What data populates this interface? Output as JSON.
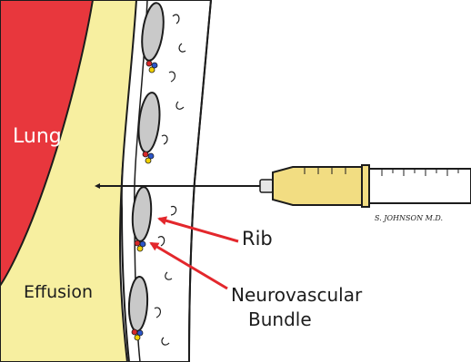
{
  "labels": {
    "lung": "Lung",
    "effusion": "Effusion",
    "rib": "Rib",
    "neurovascular_line1": "Neurovascular",
    "neurovascular_line2": "Bundle"
  },
  "signature": "S. JOHNSON M.D.",
  "colors": {
    "lung": "#e8373d",
    "effusion": "#f7efa0",
    "rib": "#c9c9c9",
    "arrow": "#e3272c",
    "syringe_barrel": "#f2dd82",
    "outline": "#1c1c1c",
    "vessel_red": "#d62828",
    "vessel_blue": "#2b55c9",
    "vessel_yellow": "#f0d000"
  }
}
